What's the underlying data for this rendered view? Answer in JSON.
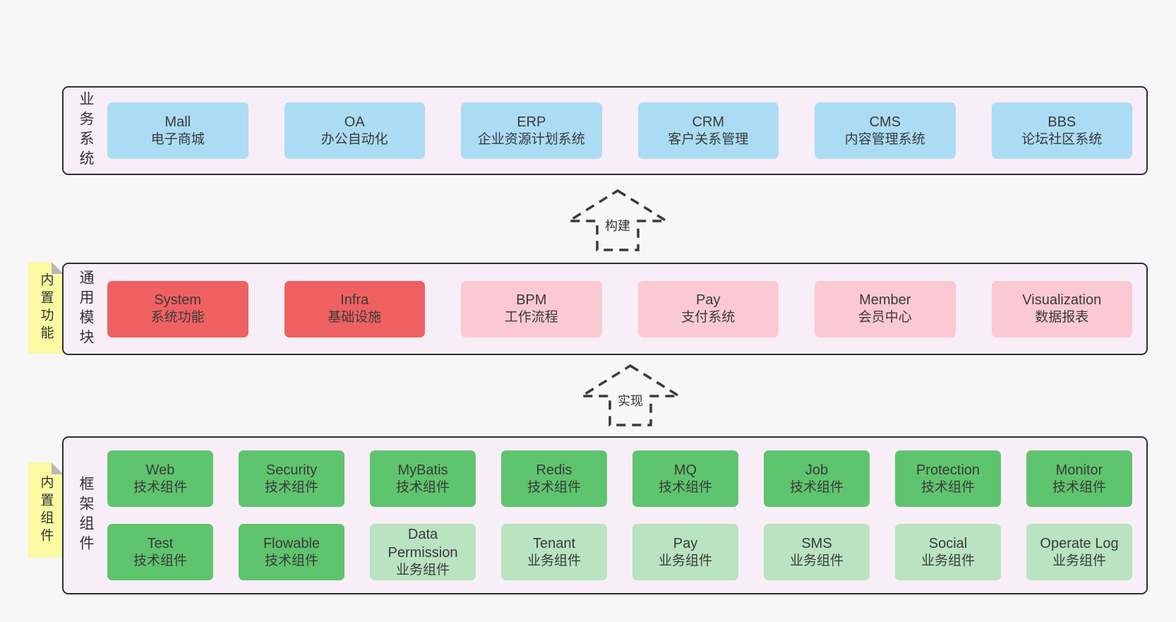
{
  "diagram": {
    "layers": [
      {
        "label": "业务系统",
        "boxes": [
          {
            "title": "Mall",
            "subtitle": "电子商城",
            "variant": "blue"
          },
          {
            "title": "OA",
            "subtitle": "办公自动化",
            "variant": "blue"
          },
          {
            "title": "ERP",
            "subtitle": "企业资源计划系统",
            "variant": "blue"
          },
          {
            "title": "CRM",
            "subtitle": "客户关系管理",
            "variant": "blue"
          },
          {
            "title": "CMS",
            "subtitle": "内容管理系统",
            "variant": "blue"
          },
          {
            "title": "BBS",
            "subtitle": "论坛社区系统",
            "variant": "blue"
          }
        ]
      },
      {
        "label": "通用模块",
        "note": "内置功能",
        "boxes": [
          {
            "title": "System",
            "subtitle": "系统功能",
            "variant": "red"
          },
          {
            "title": "Infra",
            "subtitle": "基础设施",
            "variant": "red"
          },
          {
            "title": "BPM",
            "subtitle": "工作流程",
            "variant": "pink"
          },
          {
            "title": "Pay",
            "subtitle": "支付系统",
            "variant": "pink"
          },
          {
            "title": "Member",
            "subtitle": "会员中心",
            "variant": "pink"
          },
          {
            "title": "Visualization",
            "subtitle": "数据报表",
            "variant": "pink"
          }
        ]
      },
      {
        "label": "框架组件",
        "note": "内置组件",
        "rows": [
          [
            {
              "title": "Web",
              "subtitle": "技术组件",
              "variant": "green"
            },
            {
              "title": "Security",
              "subtitle": "技术组件",
              "variant": "green"
            },
            {
              "title": "MyBatis",
              "subtitle": "技术组件",
              "variant": "green"
            },
            {
              "title": "Redis",
              "subtitle": "技术组件",
              "variant": "green"
            },
            {
              "title": "MQ",
              "subtitle": "技术组件",
              "variant": "green"
            },
            {
              "title": "Job",
              "subtitle": "技术组件",
              "variant": "green"
            },
            {
              "title": "Protection",
              "subtitle": "技术组件",
              "variant": "green"
            },
            {
              "title": "Monitor",
              "subtitle": "技术组件",
              "variant": "green"
            }
          ],
          [
            {
              "title": "Test",
              "subtitle": "技术组件",
              "variant": "green"
            },
            {
              "title": "Flowable",
              "subtitle": "技术组件",
              "variant": "green"
            },
            {
              "title": "Data Permission",
              "subtitle": "业务组件",
              "variant": "lightgreen"
            },
            {
              "title": "Tenant",
              "subtitle": "业务组件",
              "variant": "lightgreen"
            },
            {
              "title": "Pay",
              "subtitle": "业务组件",
              "variant": "lightgreen"
            },
            {
              "title": "SMS",
              "subtitle": "业务组件",
              "variant": "lightgreen"
            },
            {
              "title": "Social",
              "subtitle": "业务组件",
              "variant": "lightgreen"
            },
            {
              "title": "Operate Log",
              "subtitle": "业务组件",
              "variant": "lightgreen"
            }
          ]
        ]
      }
    ],
    "arrows": [
      {
        "label": "构建"
      },
      {
        "label": "实现"
      }
    ],
    "colors": {
      "page_bg": "#f7f7f7",
      "layer_bg": "#f8eef7",
      "border": "#303030",
      "blue": "#abdcf4",
      "red": "#ef6161",
      "pink": "#fbc9d3",
      "green": "#5fc46e",
      "light_green": "#b9e3c1",
      "note": "#fafba2"
    }
  }
}
